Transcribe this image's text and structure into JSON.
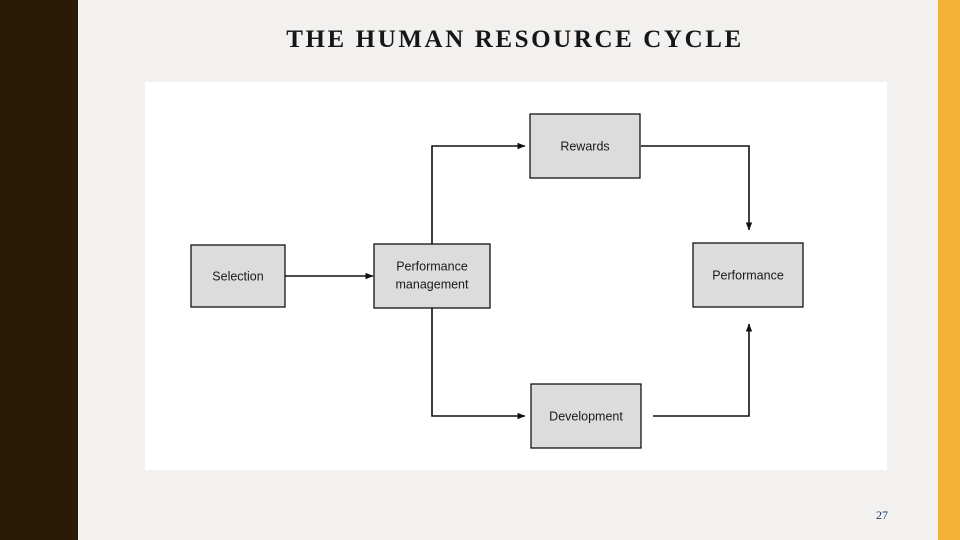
{
  "slide": {
    "title": "THE HUMAN RESOURCE CYCLE",
    "page_number": "27",
    "colors": {
      "background": "#f2f1ef",
      "left_band": "#2b1a05",
      "right_bar": "#f5b335",
      "canvas": "#ffffff",
      "node_fill": "#dcdcdc",
      "node_stroke": "#000000",
      "title_text": "#161616",
      "page_number_text": "#1f3864"
    }
  },
  "diagram": {
    "type": "cycle-flow",
    "nodes": [
      {
        "id": "selection",
        "label": "Selection"
      },
      {
        "id": "performance-management",
        "label_line1": "Performance",
        "label_line2": "management"
      },
      {
        "id": "rewards",
        "label": "Rewards"
      },
      {
        "id": "performance",
        "label": "Performance"
      },
      {
        "id": "development",
        "label": "Development"
      }
    ],
    "connections": [
      {
        "from": "selection",
        "to": "performance-management"
      },
      {
        "from": "performance-management",
        "to": "rewards"
      },
      {
        "from": "rewards",
        "to": "performance"
      },
      {
        "from": "performance-management",
        "to": "development"
      },
      {
        "from": "development",
        "to": "performance"
      }
    ]
  }
}
